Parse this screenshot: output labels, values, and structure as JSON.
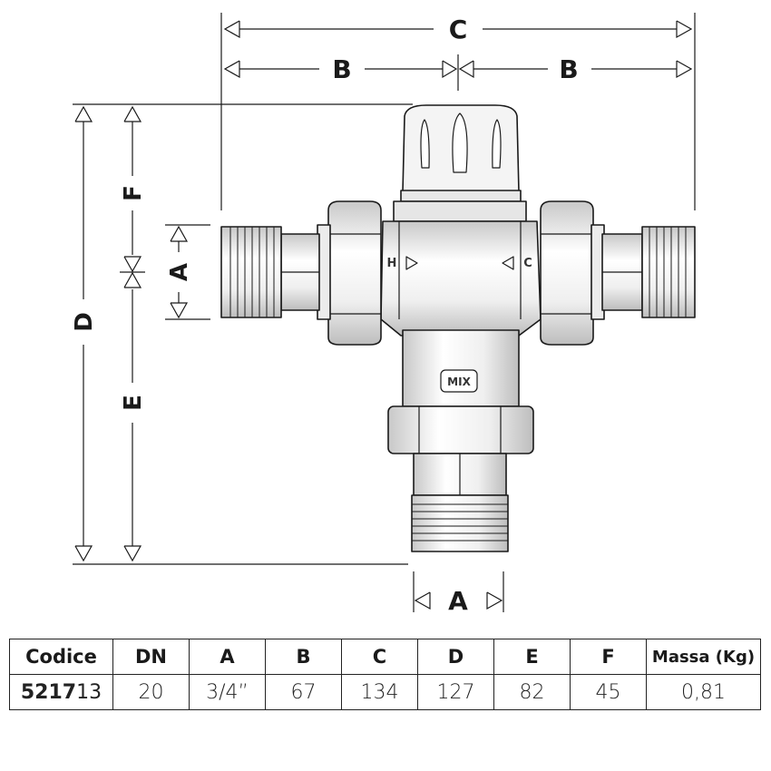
{
  "dimensions": {
    "c_label": "C",
    "b_left_label": "B",
    "b_right_label": "B",
    "d_label": "D",
    "f_label": "F",
    "e_label": "E",
    "a_left_label": "A",
    "a_bottom_label": "A"
  },
  "valve_markings": {
    "hot": "H",
    "cold": "C",
    "mix": "MIX"
  },
  "table": {
    "headers": [
      "Codice",
      "DN",
      "A",
      "B",
      "C",
      "D",
      "E",
      "F",
      "Massa (Kg)"
    ],
    "row": {
      "code_prefix": "5217",
      "code_suffix": "13",
      "dn": "20",
      "a": "3/4”",
      "b": "67",
      "c": "134",
      "d": "127",
      "e": "82",
      "f": "45",
      "massa": "0,81"
    }
  },
  "colors": {
    "line": "#1a1a1a",
    "body_fill": "#f2f2f2",
    "shade": "#d8d8d8"
  }
}
